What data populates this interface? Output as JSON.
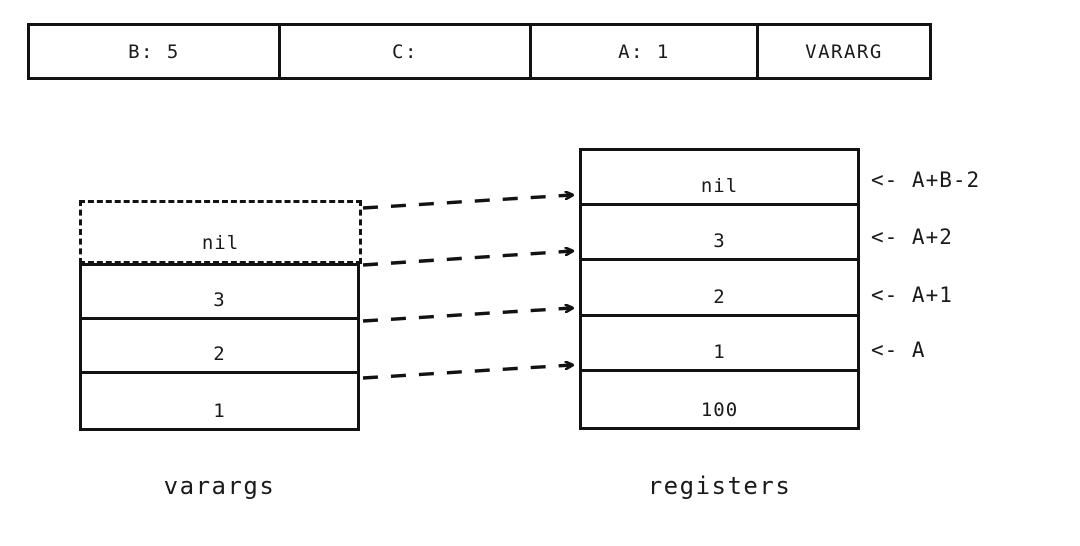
{
  "diagram": {
    "title_caption_left": "varargs",
    "title_caption_right": "registers",
    "colors": {
      "background": "#ffffff",
      "stroke": "#121212",
      "text": "#1a1a1a"
    }
  },
  "instruction_bar": {
    "cells": [
      {
        "label": "B: 5"
      },
      {
        "label": "C:"
      },
      {
        "label": "A: 1"
      },
      {
        "label": "VARARG"
      }
    ]
  },
  "varargs_stack": {
    "caption": "varargs",
    "pending_cell": {
      "label": "nil",
      "style": "dashed"
    },
    "cells": [
      {
        "label": "3"
      },
      {
        "label": "2"
      },
      {
        "label": "1"
      }
    ]
  },
  "registers_stack": {
    "caption": "registers",
    "cells": [
      {
        "label": "nil",
        "annotation": "<- A+B-2"
      },
      {
        "label": "3",
        "annotation": "<- A+2"
      },
      {
        "label": "2",
        "annotation": "<- A+1"
      },
      {
        "label": "1",
        "annotation": "<- A"
      },
      {
        "label": "100",
        "annotation": ""
      }
    ]
  },
  "annotations": [
    {
      "label": "<- A+B-2"
    },
    {
      "label": "<- A+2"
    },
    {
      "label": "<- A+1"
    },
    {
      "label": "<- A"
    }
  ],
  "arrows": {
    "count": 4,
    "style": "dashed-with-arrowhead",
    "description": "maps varargs slots to register slots"
  }
}
